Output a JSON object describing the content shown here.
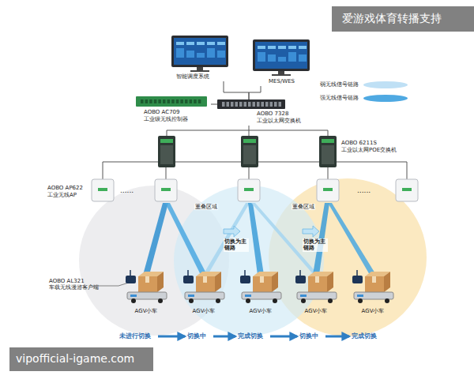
{
  "diagram": {
    "nodes": [
      {
        "text": [
          "智能调度系统"
        ]
      },
      {
        "text": [
          "MES/WES"
        ]
      },
      {
        "text": [
          "AOBO AC709 工业级无线控制器"
        ]
      },
      {
        "text": [
          "AOBO 7328 工业以太网交换机"
        ]
      },
      {
        "text": [
          "AOBO 6211S 工业以太网POE交换机"
        ]
      },
      {
        "text": [
          "AOBO AP622 工业无线AP"
        ]
      },
      {
        "text": [
          "AGV小车"
        ]
      },
      {
        "text": [
          "AGV小车"
        ]
      },
      {
        "text": [
          "AGV小车"
        ]
      },
      {
        "text": [
          "AGV小车"
        ]
      },
      {
        "text": [
          "AGV小车"
        ]
      },
      {
        "text": [
          "未进行切换"
        ]
      },
      {
        "text": [
          "切换中"
        ]
      },
      {
        "text": [
          "完成切换"
        ]
      },
      {
        "text": [
          "切换中"
        ]
      },
      {
        "text": [
          "完成切换"
        ]
      }
    ],
    "edges": [
      {
        "from": 0,
        "to": 3,
        "arrow": "none"
      },
      {
        "from": 1,
        "to": 3,
        "arrow": "none"
      },
      {
        "from": 2,
        "to": 3,
        "arrow": "none"
      },
      {
        "from": 3,
        "to": 4,
        "arrow": "none"
      },
      {
        "from": 11,
        "to": 12,
        "arrow": "to"
      },
      {
        "from": 12,
        "to": 13,
        "arrow": "to"
      },
      {
        "from": 13,
        "to": 14,
        "arrow": "to"
      },
      {
        "from": 14,
        "to": 15,
        "arrow": "to"
      }
    ],
    "labels": [
      "重叠区域",
      "重叠区域",
      "切换为主链路",
      "切换为主链路",
      "......",
      "......",
      "AOBO AL321 车载无线漫游客户端",
      "爱游戏体育转播支持",
      "vipofficial-igame.com"
    ],
    "legend": [
      {
        "text": "弱无线信号链路",
        "color": "#bfe0f5"
      },
      {
        "text": "强无线信号链路",
        "color": "#4fa9e2"
      }
    ]
  }
}
